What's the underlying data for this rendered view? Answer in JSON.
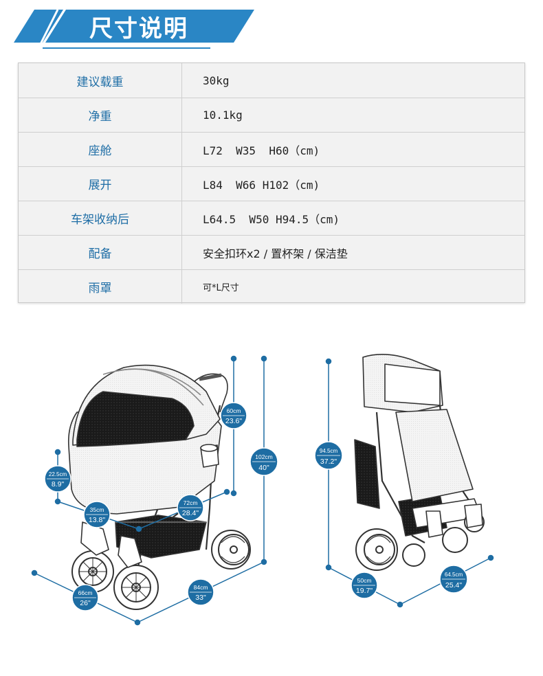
{
  "header": {
    "title": "尺寸说明",
    "accent_color": "#2a86c5"
  },
  "specs": [
    {
      "label": "建议载重",
      "value": "30kg"
    },
    {
      "label": "净重",
      "value": "10.1kg"
    },
    {
      "label": "座舱",
      "value": "L72  W35  H60（cm)"
    },
    {
      "label": "展开",
      "value": "L84  W66 H102（cm)"
    },
    {
      "label": "车架收纳后",
      "value": "L64.5  W50 H94.5（cm)"
    },
    {
      "label": "配备",
      "value": "安全扣环x2 / 置杯架 / 保洁垫"
    },
    {
      "label": "雨罩",
      "value": "可*L尺寸"
    }
  ],
  "dimensions": {
    "seat_depth": {
      "cm": "60cm",
      "in": "23.6\""
    },
    "unfolded_height": {
      "cm": "102cm",
      "in": "40\""
    },
    "seat_side": {
      "cm": "22.5cm",
      "in": "8.9\""
    },
    "seat_width": {
      "cm": "35cm",
      "in": "13.8\""
    },
    "seat_length": {
      "cm": "72cm",
      "in": "28.4\""
    },
    "unfolded_width": {
      "cm": "66cm",
      "in": "26\""
    },
    "unfolded_length": {
      "cm": "84cm",
      "in": "33\""
    },
    "folded_height": {
      "cm": "94.5cm",
      "in": "37.2\""
    },
    "folded_width": {
      "cm": "50cm",
      "in": "19.7\""
    },
    "folded_length": {
      "cm": "64.5cm",
      "in": "25.4\""
    }
  },
  "colors": {
    "label_text": "#1f6ea6",
    "badge": "#1e6da3",
    "dimension_line": "#1e6da3"
  }
}
